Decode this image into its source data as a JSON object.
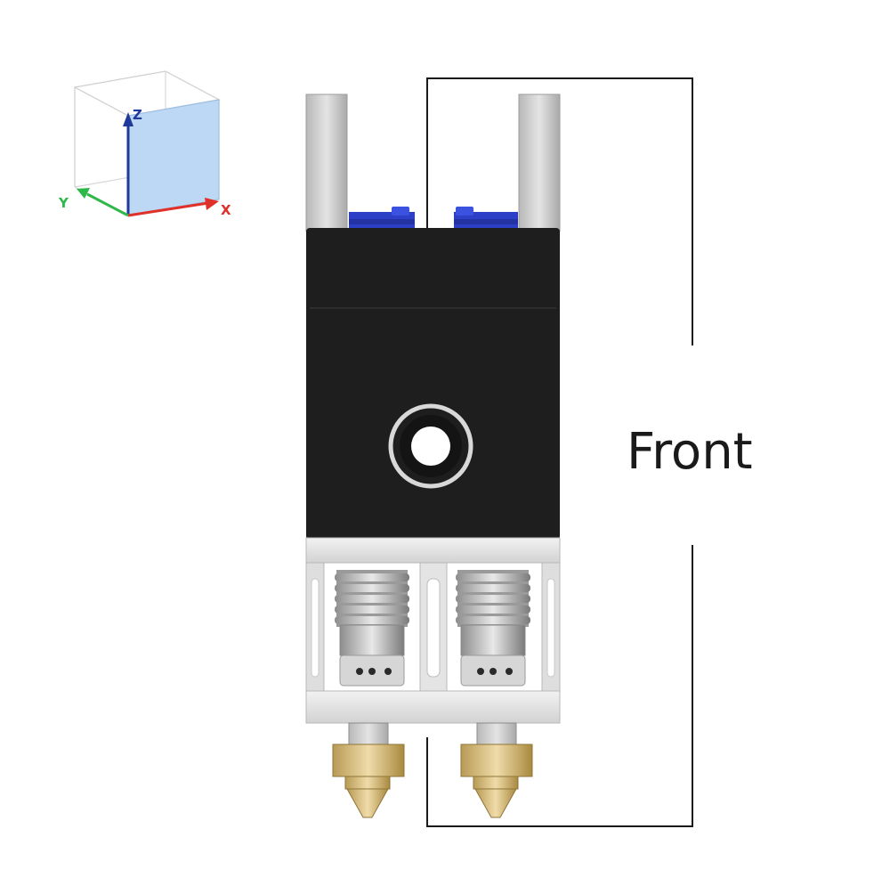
{
  "axes_widget": {
    "x_label": "X",
    "y_label": "Y",
    "z_label": "Z",
    "colors": {
      "x": "#e0302a",
      "y": "#2fb84a",
      "z": "#1f3a9a",
      "face": "#bcd8f4",
      "edge": "#c9c9c9"
    }
  },
  "dimension": {
    "label": "Front"
  },
  "hotend": {
    "body_color": "#1e1e1e",
    "frame_color": "#e3e3e3",
    "rod_color": "#cfcfcf",
    "clip_color": "#2d3fc7",
    "nozzle_color": "#d8c08a",
    "nozzle_count": 2
  }
}
